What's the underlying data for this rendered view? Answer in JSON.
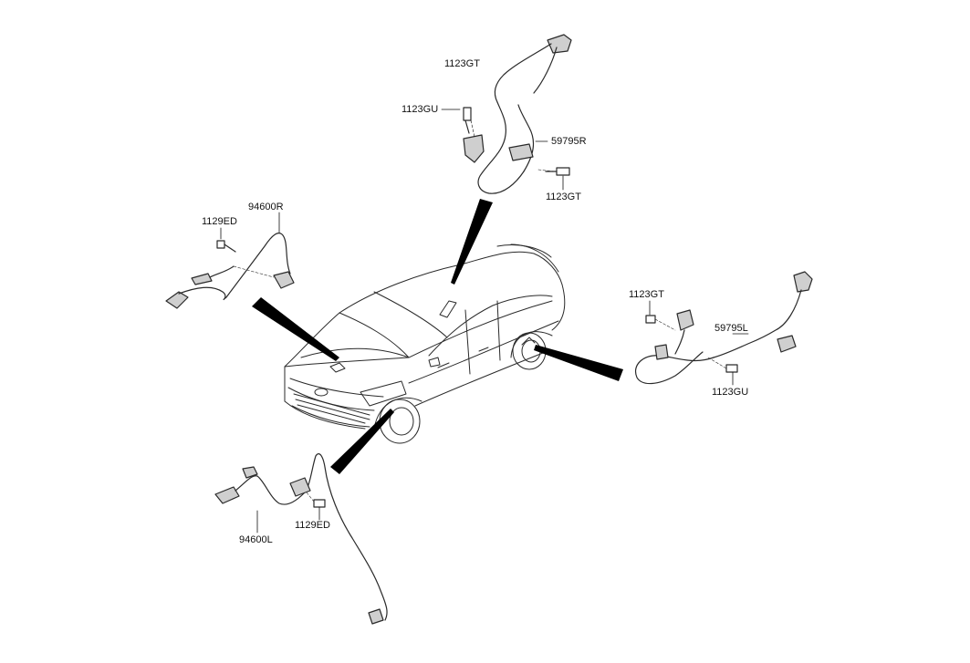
{
  "colors": {
    "line": "#2a2a2a",
    "leader": "#111111",
    "pointer": "#000000",
    "part": "#cfcfcf"
  },
  "labels": {
    "rear_right_bracket_bolt_top": "1123GT",
    "rear_right_bracket_bolt_left": "1123GU",
    "rear_right_harness": "59795R",
    "rear_right_bracket_bolt_bottom": "1123GT",
    "front_right_bolt": "1129ED",
    "front_right_sensor": "94600R",
    "rear_left_bolt_top": "1123GT",
    "rear_left_harness": "59795L",
    "rear_left_bolt_bottom": "1123GU",
    "front_left_bolt": "1129ED",
    "front_left_sensor": "94600L"
  }
}
